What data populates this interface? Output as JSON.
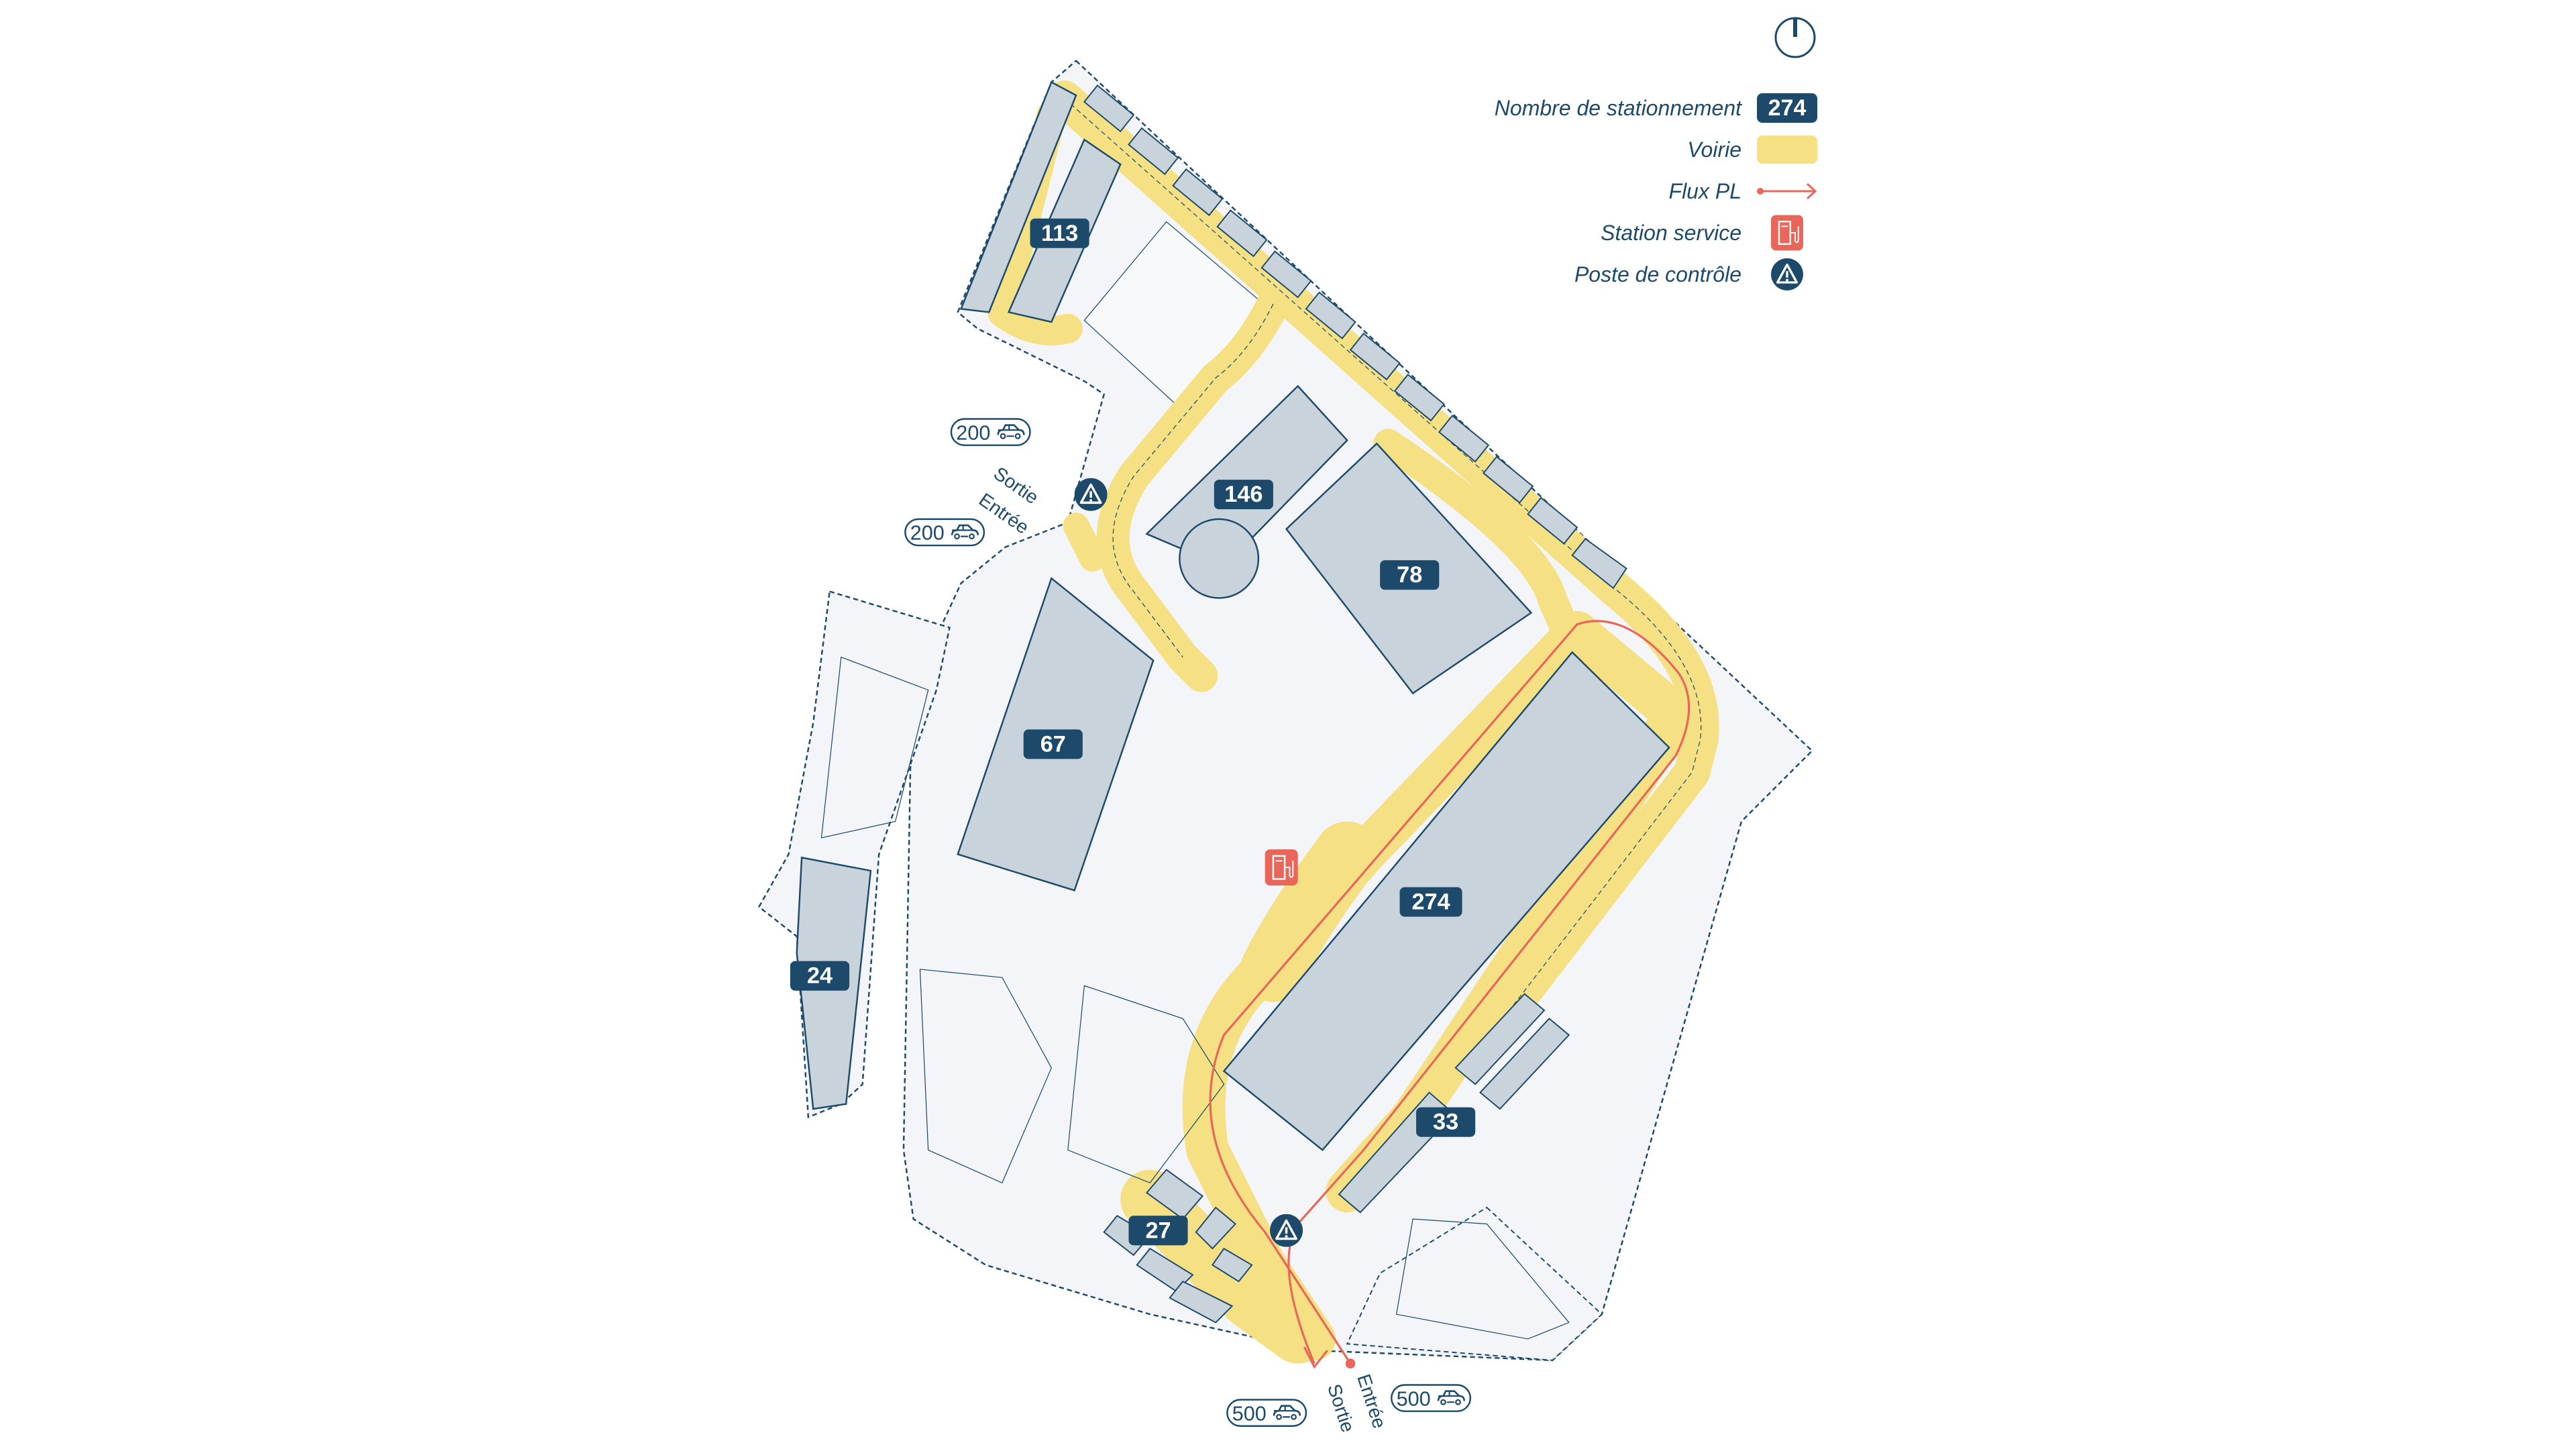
{
  "legend": {
    "parking_count_label": "Nombre de stationnement",
    "parking_count_sample": "274",
    "road_label": "Voirie",
    "truck_flow_label": "Flux PL",
    "service_station_label": "Station service",
    "checkpoint_label": "Poste de contrôle"
  },
  "colors": {
    "navy": "#1d4a6b",
    "road": "#f5e084",
    "truck_flow": "#e8665a",
    "building": "#c9d3dc",
    "ground": "#f3f5f8"
  },
  "parkings": {
    "p113": "113",
    "p146": "146",
    "p78": "78",
    "p67": "67",
    "p274": "274",
    "p24": "24",
    "p33": "33",
    "p27": "27"
  },
  "external_parkings": {
    "north_top": "200",
    "north_bottom": "200",
    "south_left": "500",
    "south_right": "500"
  },
  "access": {
    "north_exit": "Sortie",
    "north_entry": "Entrée",
    "south_exit": "Sortie",
    "south_entry": "Entrée"
  },
  "icons": {
    "compass": "north-arrow-icon",
    "fuel": "fuel-pump-icon",
    "checkpoint": "warning-triangle-icon",
    "car": "car-icon"
  }
}
